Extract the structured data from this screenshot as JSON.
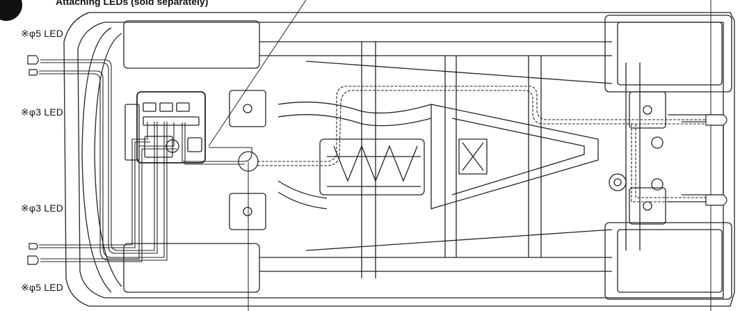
{
  "header": {
    "title": "Attaching LEDs (sold separately)"
  },
  "labels": {
    "led_top_5": "※φ5 LED",
    "led_top_3": "※φ3 LED",
    "led_bottom_3": "※φ3 LED",
    "led_bottom_5": "※φ5 LED"
  },
  "colors": {
    "line": "#222222",
    "background": "#ffffff"
  }
}
